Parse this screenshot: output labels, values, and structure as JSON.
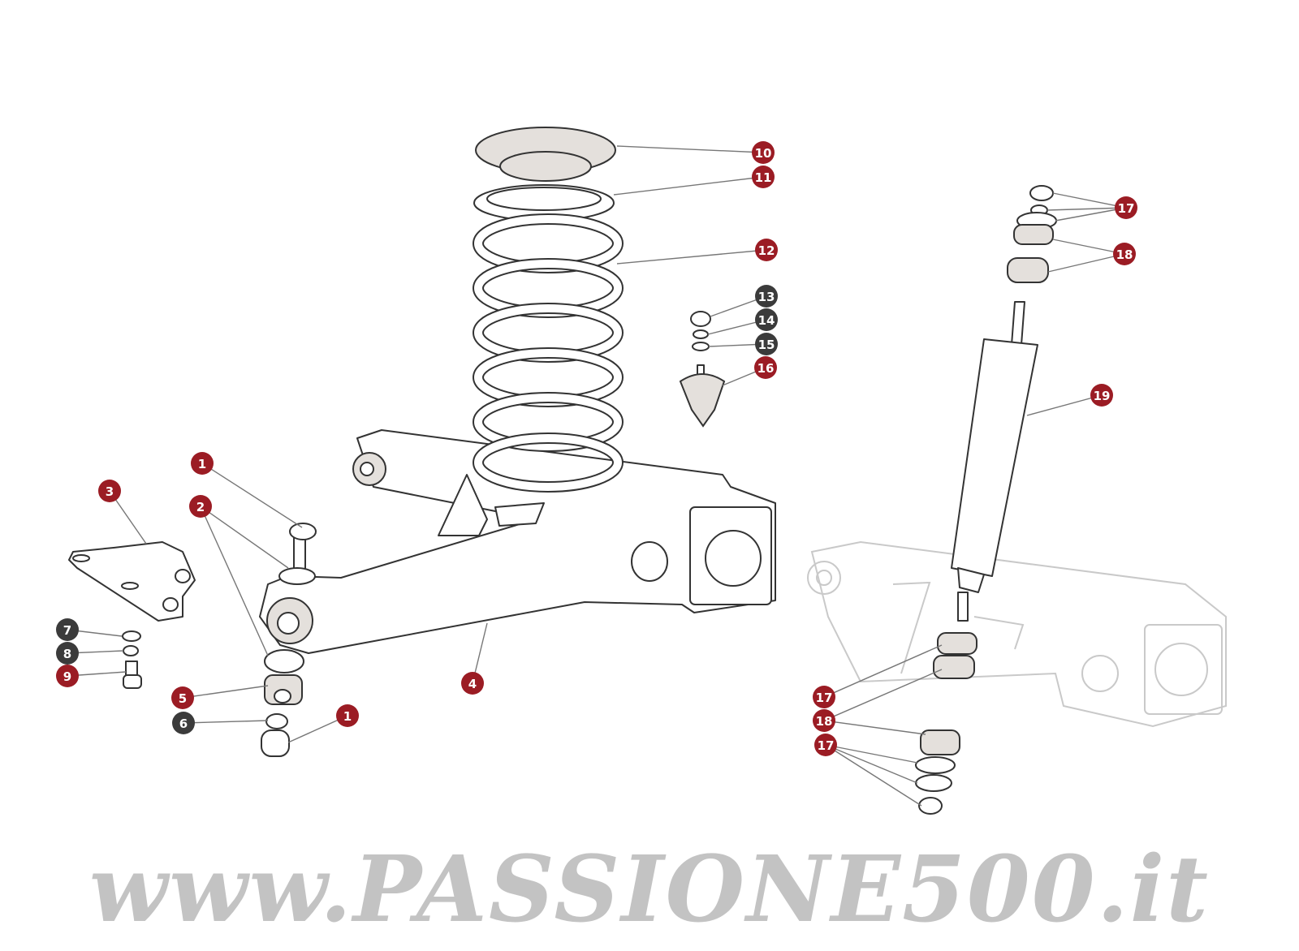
{
  "watermark": "www.PASSIONE500.it",
  "colors": {
    "callout_red": "#9b1c24",
    "callout_dark": "#3b3b3b",
    "line_art": "#333333",
    "watermark": "#b9b9b9"
  },
  "callouts": [
    {
      "label": "1",
      "kind": "red"
    },
    {
      "label": "2",
      "kind": "red"
    },
    {
      "label": "3",
      "kind": "red"
    },
    {
      "label": "7",
      "kind": "dark"
    },
    {
      "label": "8",
      "kind": "dark"
    },
    {
      "label": "9",
      "kind": "red"
    },
    {
      "label": "5",
      "kind": "red"
    },
    {
      "label": "6",
      "kind": "dark"
    },
    {
      "label": "1",
      "kind": "red"
    },
    {
      "label": "4",
      "kind": "red"
    },
    {
      "label": "10",
      "kind": "red"
    },
    {
      "label": "11",
      "kind": "red"
    },
    {
      "label": "12",
      "kind": "red"
    },
    {
      "label": "13",
      "kind": "dark"
    },
    {
      "label": "14",
      "kind": "dark"
    },
    {
      "label": "15",
      "kind": "dark"
    },
    {
      "label": "16",
      "kind": "red"
    },
    {
      "label": "17",
      "kind": "red"
    },
    {
      "label": "18",
      "kind": "red"
    },
    {
      "label": "19",
      "kind": "red"
    },
    {
      "label": "17",
      "kind": "red"
    },
    {
      "label": "18",
      "kind": "red"
    },
    {
      "label": "17",
      "kind": "red"
    }
  ]
}
